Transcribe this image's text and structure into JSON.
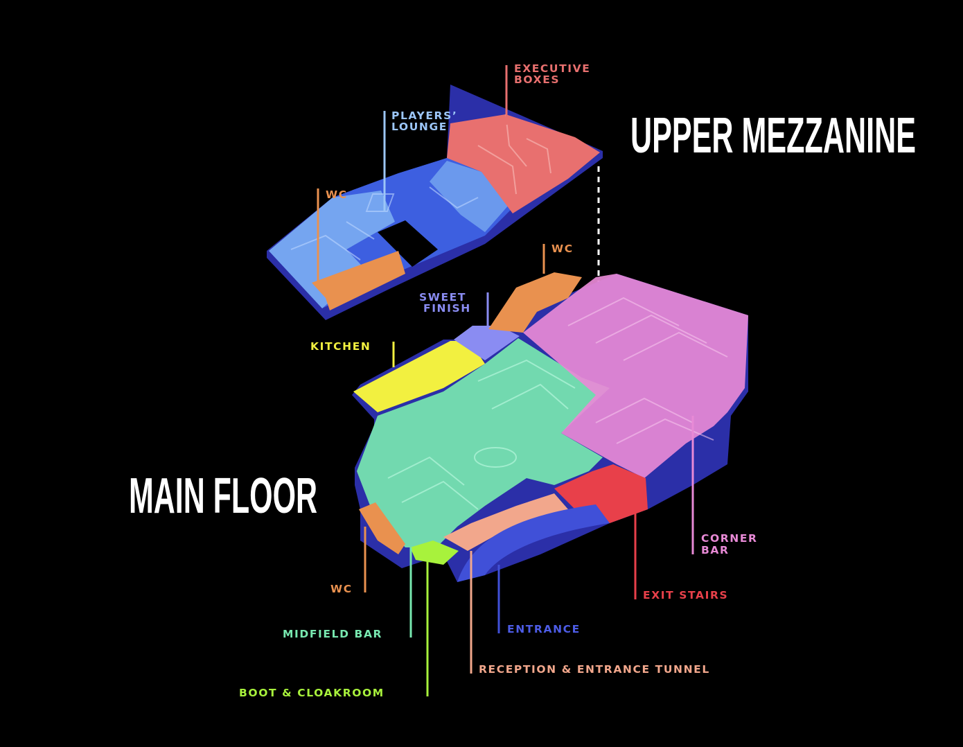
{
  "headings": {
    "upper": "UPPER MEZZANINE",
    "main": "MAIN FLOOR"
  },
  "labels": {
    "executive_boxes": [
      "EXECUTIVE",
      "BOXES"
    ],
    "players_lounge": [
      "PLAYERS’",
      "LOUNGE"
    ],
    "wc_upper": "WC",
    "wc_main_top": "WC",
    "sweet_finish": [
      "SWEET",
      "FINISH"
    ],
    "kitchen": "KITCHEN",
    "corner_bar": [
      "CORNER",
      "BAR"
    ],
    "exit_stairs": "EXIT STAIRS",
    "entrance": "ENTRANCE",
    "wc_main_left": "WC",
    "midfield_bar": "MIDFIELD BAR",
    "reception": "RECEPTION & ENTRANCE TUNNEL",
    "boot_cloakroom": "BOOT & CLOAKROOM"
  },
  "colors": {
    "background": "#000000",
    "base_navy": "#2b2fa8",
    "executive_boxes": "#e8706f",
    "players_lounge": "#7fb2f2",
    "upper_blue": "#3d5fe0",
    "wc": "#e9914f",
    "sweet_finish": "#8a8cf2",
    "kitchen": "#f2f040",
    "midfield_bar": "#78e8b0",
    "corner_bar": "#e88ad6",
    "exit_stairs": "#e8404a",
    "reception": "#f2a78c",
    "boot_cloakroom": "#a8f23c",
    "entrance": "#4050d8"
  }
}
